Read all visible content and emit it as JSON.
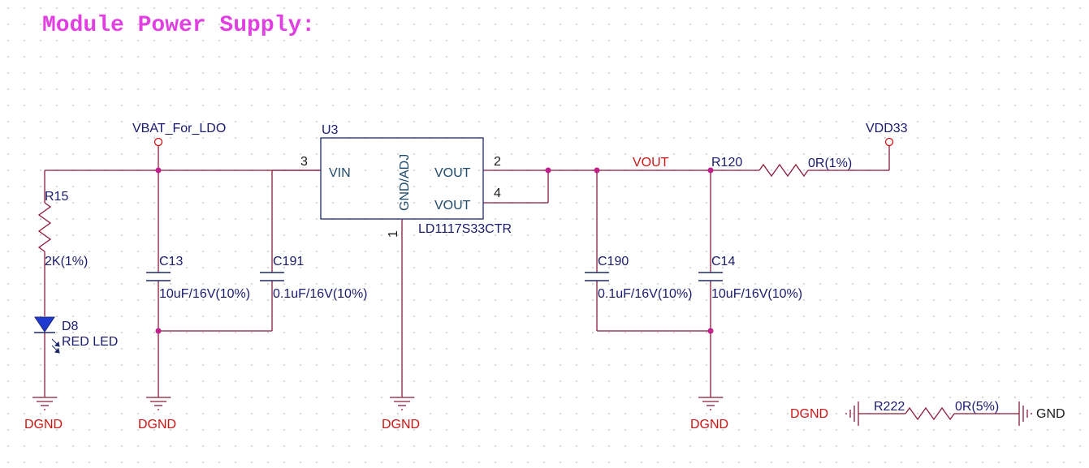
{
  "title": "Module Power Supply:",
  "colors": {
    "title": "#e040e0",
    "wire": "#8b1a3a",
    "part_body": "#1e2a6e",
    "text": "#1a1a6e",
    "net_label": "#cc1414",
    "junction": "#c0208a"
  },
  "ports": {
    "vbat": "VBAT_For_LDO",
    "vdd33": "VDD33"
  },
  "nets": {
    "vout": "VOUT",
    "dgnd": "DGND",
    "gnd": "GND"
  },
  "ic": {
    "ref": "U3",
    "part": "LD1117S33CTR",
    "pins": {
      "vin_name": "VIN",
      "vin_num": "3",
      "vout1_name": "VOUT",
      "vout1_num": "2",
      "vout2_name": "VOUT",
      "vout2_num": "4",
      "gnd_name": "GND/ADJ",
      "gnd_num": "1"
    }
  },
  "components": {
    "r15": {
      "ref": "R15",
      "value": "2K(1%)"
    },
    "d8": {
      "ref": "D8",
      "value": "RED LED"
    },
    "c13": {
      "ref": "C13",
      "value": "10uF/16V(10%)"
    },
    "c191": {
      "ref": "C191",
      "value": "0.1uF/16V(10%)"
    },
    "c190": {
      "ref": "C190",
      "value": "0.1uF/16V(10%)"
    },
    "c14": {
      "ref": "C14",
      "value": "10uF/16V(10%)"
    },
    "r120": {
      "ref": "R120",
      "value": "0R(1%)"
    },
    "r222": {
      "ref": "R222",
      "value": "0R(5%)"
    }
  }
}
